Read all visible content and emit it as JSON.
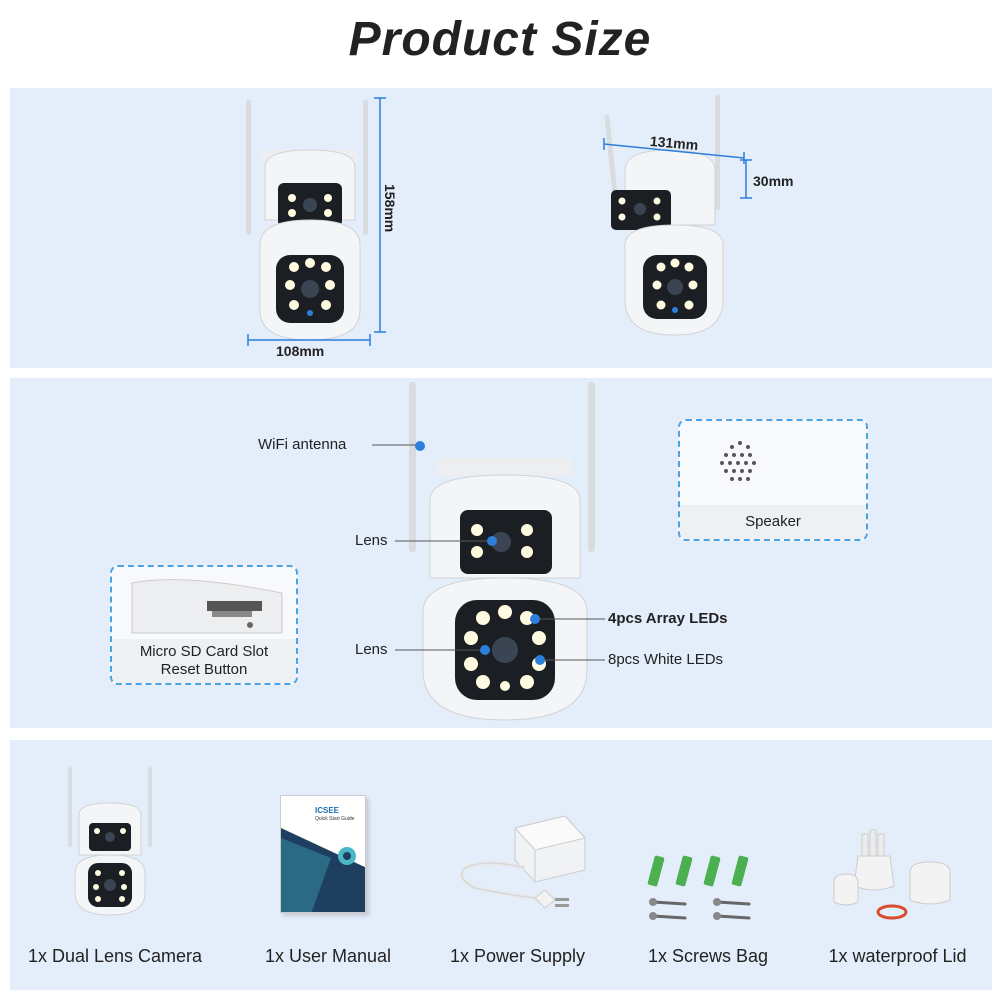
{
  "title": "Product Size",
  "dimensions": {
    "height": "158mm",
    "width": "108mm",
    "depth": "131mm",
    "lens_depth": "30mm"
  },
  "features": {
    "wifi_antenna": "WiFi antenna",
    "lens_top": "Lens",
    "lens_bottom": "Lens",
    "array_leds": "4pcs Array LEDs",
    "white_leds": "8pcs White LEDs",
    "speaker": "Speaker",
    "sd_slot": "Micro SD Card Slot",
    "reset_button": "Reset Button"
  },
  "package_items": [
    "1x Dual Lens Camera",
    "1x User Manual",
    "1x Power Supply",
    "1x Screws Bag",
    "1x waterproof Lid"
  ],
  "manual_cover": {
    "brand": "ICSEE",
    "subtitle": "Quick Start Guide"
  },
  "colors": {
    "panel_bg": "#e4eefb",
    "accent_blue": "#2d7fdc",
    "dash_border": "#4ba3e3"
  }
}
